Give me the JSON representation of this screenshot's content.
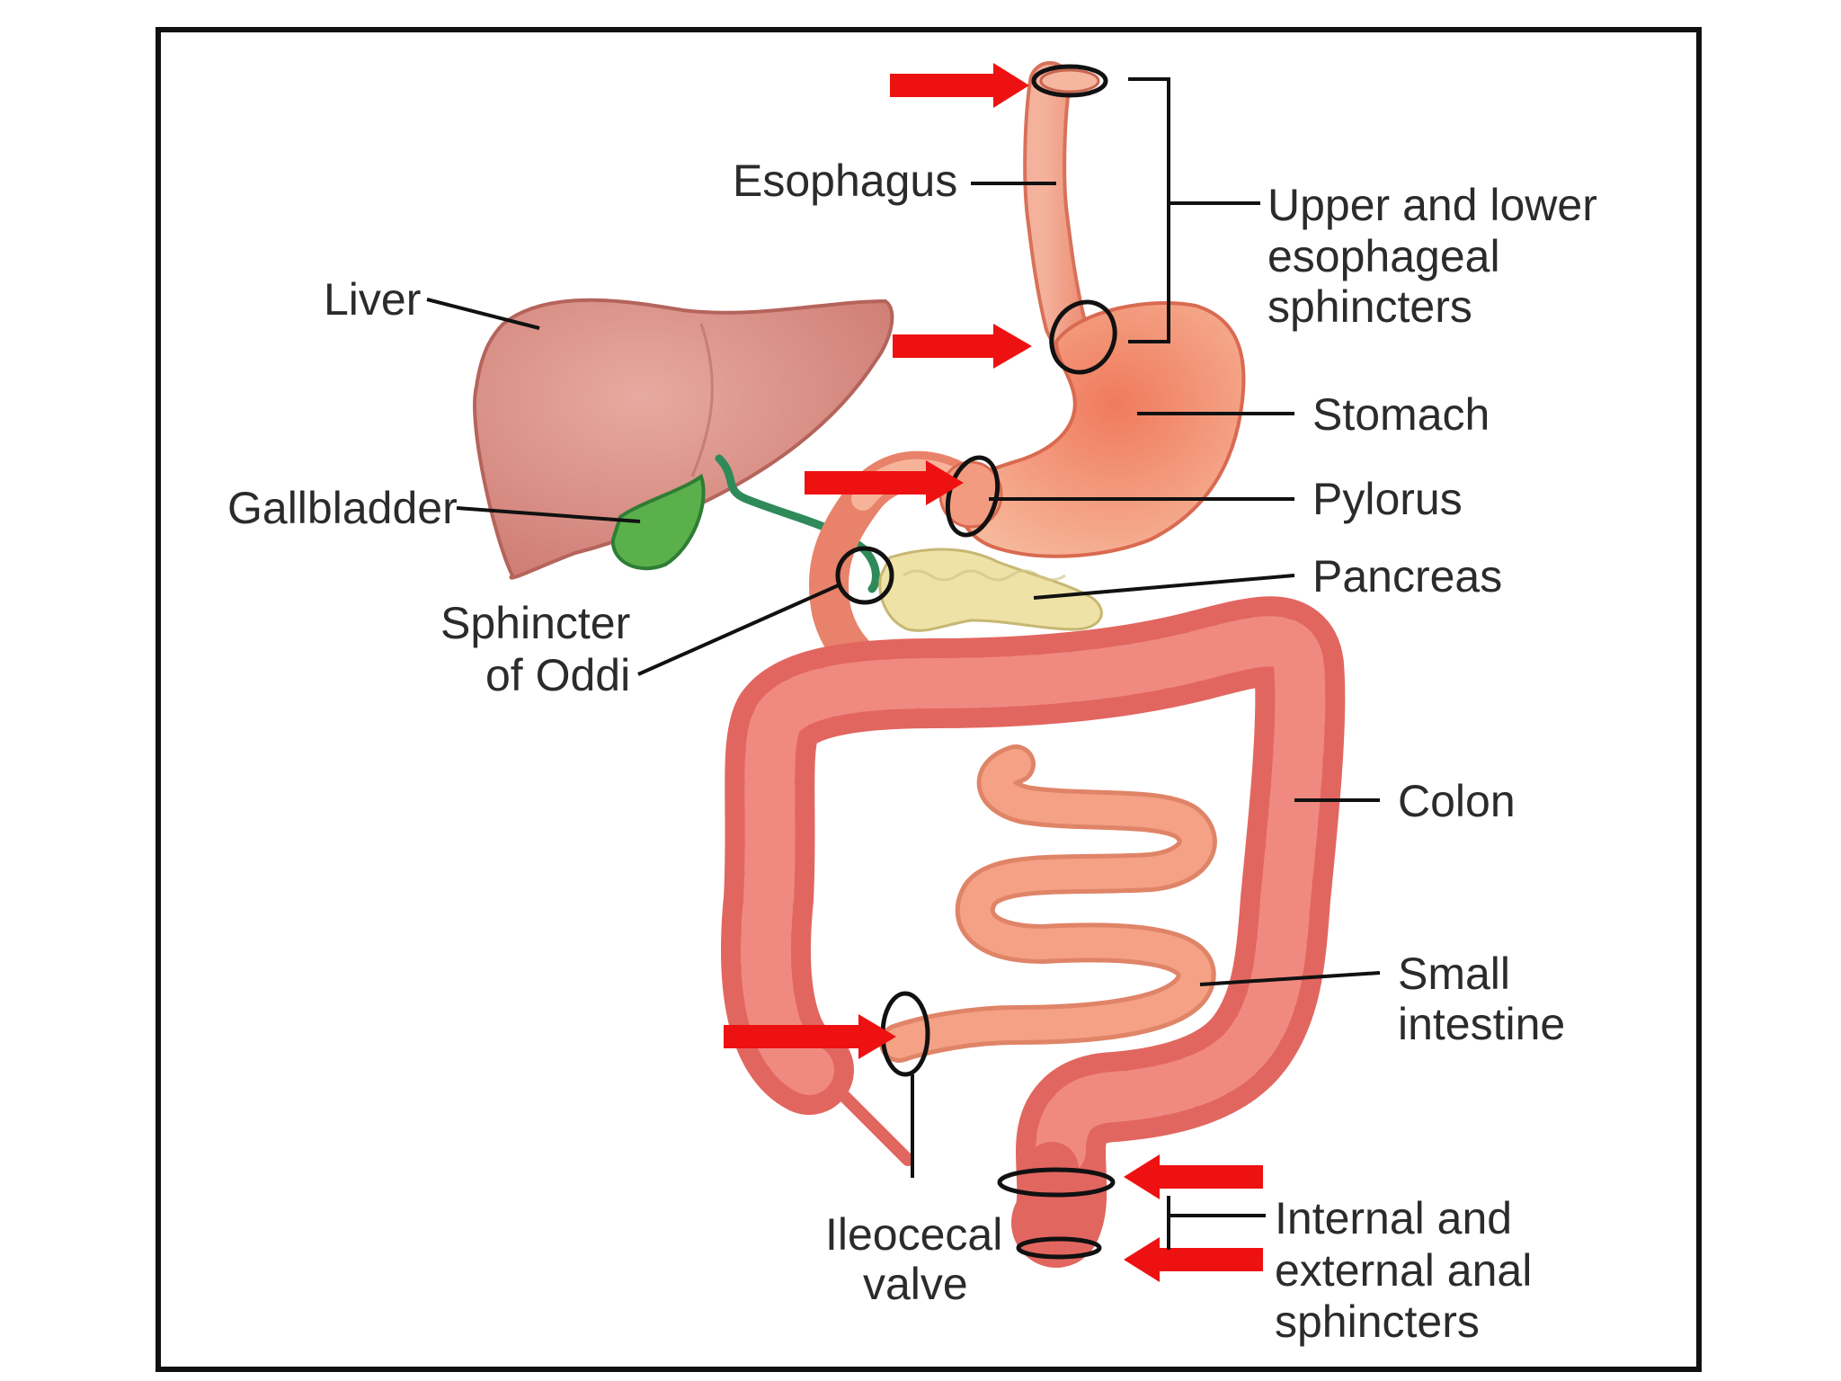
{
  "labels": {
    "esophagus": "Esophagus",
    "liver": "Liver",
    "gallbladder": "Gallbladder",
    "sphincter_oddi_1": "Sphincter",
    "sphincter_oddi_2": "of Oddi",
    "upper_lower_1": "Upper and lower",
    "upper_lower_2": "esophageal",
    "upper_lower_3": "sphincters",
    "stomach": "Stomach",
    "pylorus": "Pylorus",
    "pancreas": "Pancreas",
    "colon": "Colon",
    "small_intestine_1": "Small",
    "small_intestine_2": "intestine",
    "ileocecal_1": "Ileocecal",
    "ileocecal_2": "valve",
    "anal_1": "Internal and",
    "anal_2": "external anal",
    "anal_3": "sphincters"
  },
  "colors": {
    "arrow": "#ee1111",
    "esophagus": "#f2a08a",
    "stomach": "#f28a6c",
    "liver": "#d98a82",
    "gallbladder": "#5aa84c",
    "bile_duct": "#2f8a5a",
    "pancreas": "#efe2a6",
    "colon": "#ea6f6a",
    "small_intestine": "#f4a185",
    "frame": "#111111"
  }
}
